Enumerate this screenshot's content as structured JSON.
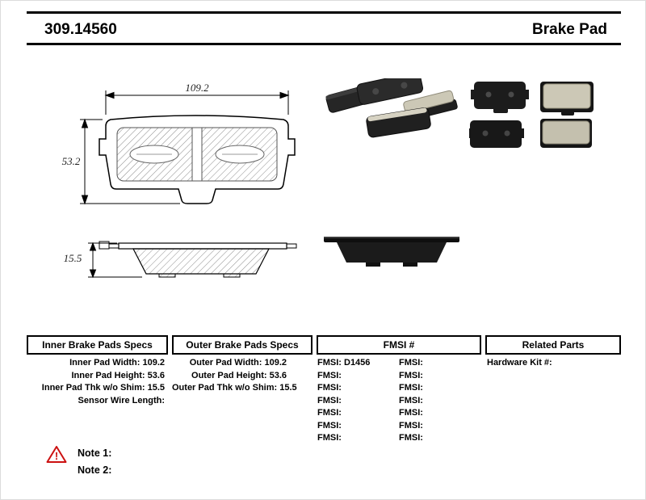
{
  "header": {
    "part_number": "309.14560",
    "product_name": "Brake Pad"
  },
  "drawing": {
    "width_dim": "109.2",
    "height_dim": "53.2",
    "thickness_dim": "15.5"
  },
  "specs": {
    "inner": {
      "title": "Inner Brake Pads Specs",
      "rows": [
        "Inner Pad Width: 109.2",
        "Inner Pad Height: 53.6",
        "Inner Pad Thk w/o Shim: 15.5",
        "Sensor Wire Length:"
      ]
    },
    "outer": {
      "title": "Outer Brake Pads Specs",
      "rows": [
        "Outer Pad Width: 109.2",
        "Outer Pad Height: 53.6",
        "Outer Pad Thk w/o Shim: 15.5"
      ]
    },
    "fmsi": {
      "title": "FMSI #",
      "left": [
        "FMSI: D1456",
        "FMSI:",
        "FMSI:",
        "FMSI:",
        "FMSI:",
        "FMSI:",
        "FMSI:"
      ],
      "right": [
        "FMSI:",
        "FMSI:",
        "FMSI:",
        "FMSI:",
        "FMSI:",
        "FMSI:",
        "FMSI:"
      ]
    },
    "related": {
      "title": "Related Parts",
      "rows": [
        "Hardware Kit #:"
      ]
    }
  },
  "notes": {
    "warning_symbol": "!",
    "note1": "Note 1:",
    "note2": "Note 2:"
  },
  "colors": {
    "warning_red": "#cc1111",
    "rule_black": "#000000"
  }
}
